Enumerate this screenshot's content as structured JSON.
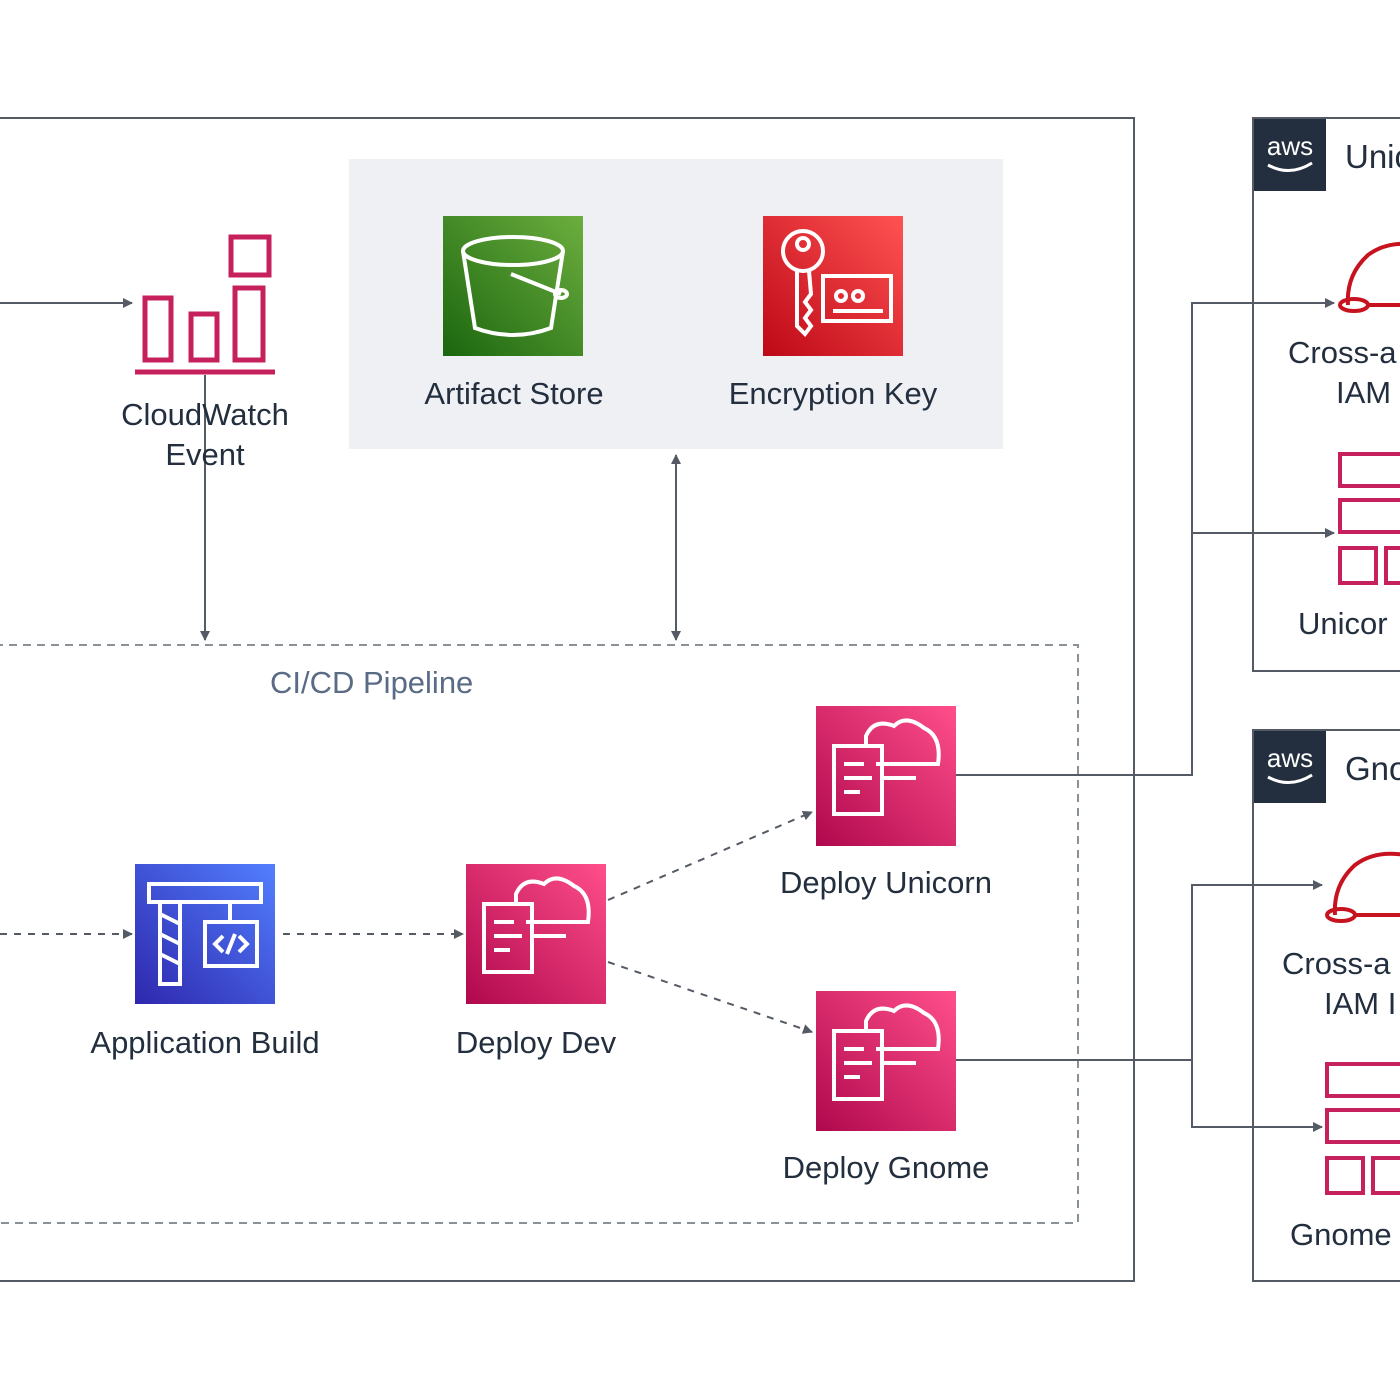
{
  "nodes": {
    "cloudwatch": {
      "label_line1": "CloudWatch",
      "label_line2": "Event",
      "icon": "cloudwatch-event-icon"
    },
    "artifact_store": {
      "label": "Artifact Store",
      "icon": "s3-bucket-icon"
    },
    "encryption_key": {
      "label": "Encryption Key",
      "icon": "kms-key-icon"
    },
    "pipeline": {
      "label": "CI/CD Pipeline"
    },
    "app_build": {
      "label": "Application Build",
      "icon": "codebuild-icon"
    },
    "deploy_dev": {
      "label": "Deploy Dev",
      "icon": "cloudformation-icon"
    },
    "deploy_unicorn": {
      "label": "Deploy Unicorn",
      "icon": "cloudformation-icon"
    },
    "deploy_gnome": {
      "label": "Deploy Gnome",
      "icon": "cloudformation-icon"
    }
  },
  "accounts": [
    {
      "title": "Unic",
      "badge": "aws",
      "role_line1": "Cross-a",
      "role_line2": "IAM",
      "stack_label": "Unicor"
    },
    {
      "title": "Gno",
      "badge": "aws",
      "role_line1": "Cross-a",
      "role_line2": "IAM I",
      "stack_label": "Gnome"
    }
  ],
  "colors": {
    "pink": "#d6246e",
    "green": "#3f8624",
    "red": "#d13212",
    "blue": "#3b48cc",
    "line": "#545b64",
    "group_bg": "#eef0f3",
    "navy": "#232f3e"
  }
}
